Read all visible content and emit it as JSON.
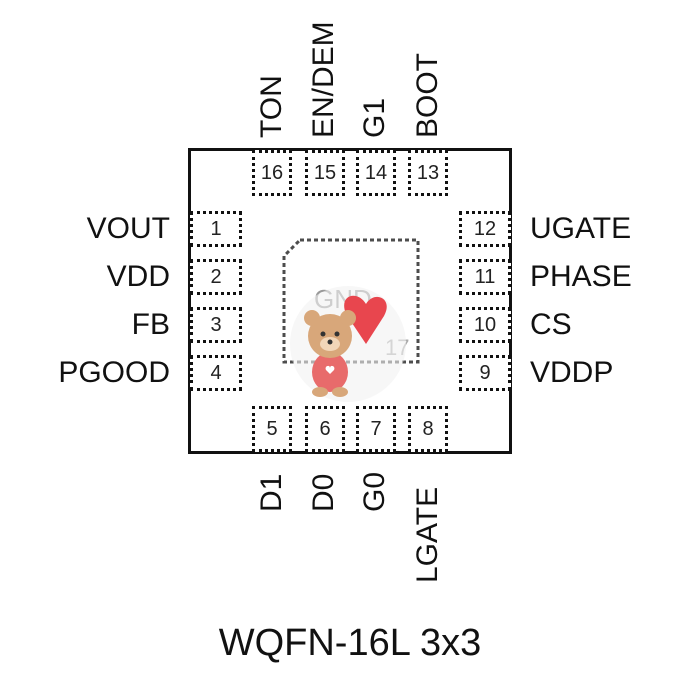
{
  "package_title": "WQFN-16L 3x3",
  "exposed_pad": {
    "name": "GND",
    "number": "17"
  },
  "pins_left": [
    {
      "name": "VOUT",
      "number": "1"
    },
    {
      "name": "VDD",
      "number": "2"
    },
    {
      "name": "FB",
      "number": "3"
    },
    {
      "name": "PGOOD",
      "number": "4"
    }
  ],
  "pins_bottom": [
    {
      "name": "D1",
      "number": "5"
    },
    {
      "name": "D0",
      "number": "6"
    },
    {
      "name": "G0",
      "number": "7"
    },
    {
      "name": "LGATE",
      "number": "8"
    }
  ],
  "pins_right": [
    {
      "name": "VDDP",
      "number": "9"
    },
    {
      "name": "CS",
      "number": "10"
    },
    {
      "name": "PHASE",
      "number": "11"
    },
    {
      "name": "UGATE",
      "number": "12"
    }
  ],
  "pins_top": [
    {
      "name": "BOOT",
      "number": "13"
    },
    {
      "name": "G1",
      "number": "14"
    },
    {
      "name": "EN/DEM",
      "number": "15"
    },
    {
      "name": "TON",
      "number": "16"
    }
  ],
  "colors": {
    "outline": "#111111",
    "pad_text": "#222222",
    "watermark_heart": "#e8464e",
    "watermark_bear": "#d8a77a"
  },
  "icons": {
    "watermark": "teddy-bear-heart-icon"
  }
}
